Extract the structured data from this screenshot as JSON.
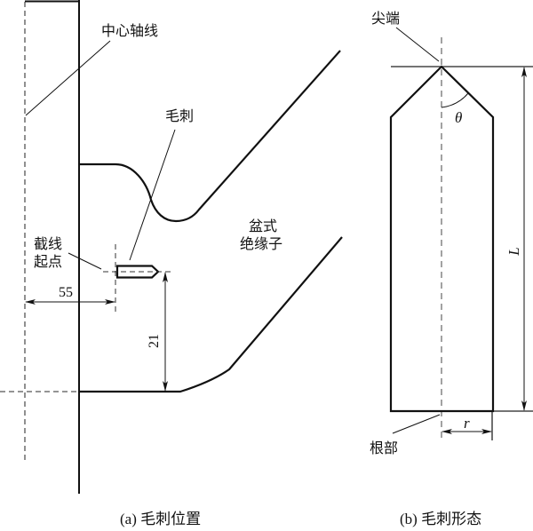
{
  "panel_a": {
    "caption": "(a) 毛刺位置",
    "labels": {
      "center_axis": "中心轴线",
      "burr": "毛刺",
      "cut_start_line1": "截线",
      "cut_start_line2": "起点",
      "insulator_line1": "盆式",
      "insulator_line2": "绝缘子"
    },
    "dimensions": {
      "horizontal": "55",
      "vertical": "21"
    }
  },
  "panel_b": {
    "caption": "(b) 毛刺形态",
    "labels": {
      "tip": "尖端",
      "root": "根部"
    },
    "symbols": {
      "angle": "θ",
      "length": "L",
      "radius": "r"
    }
  }
}
